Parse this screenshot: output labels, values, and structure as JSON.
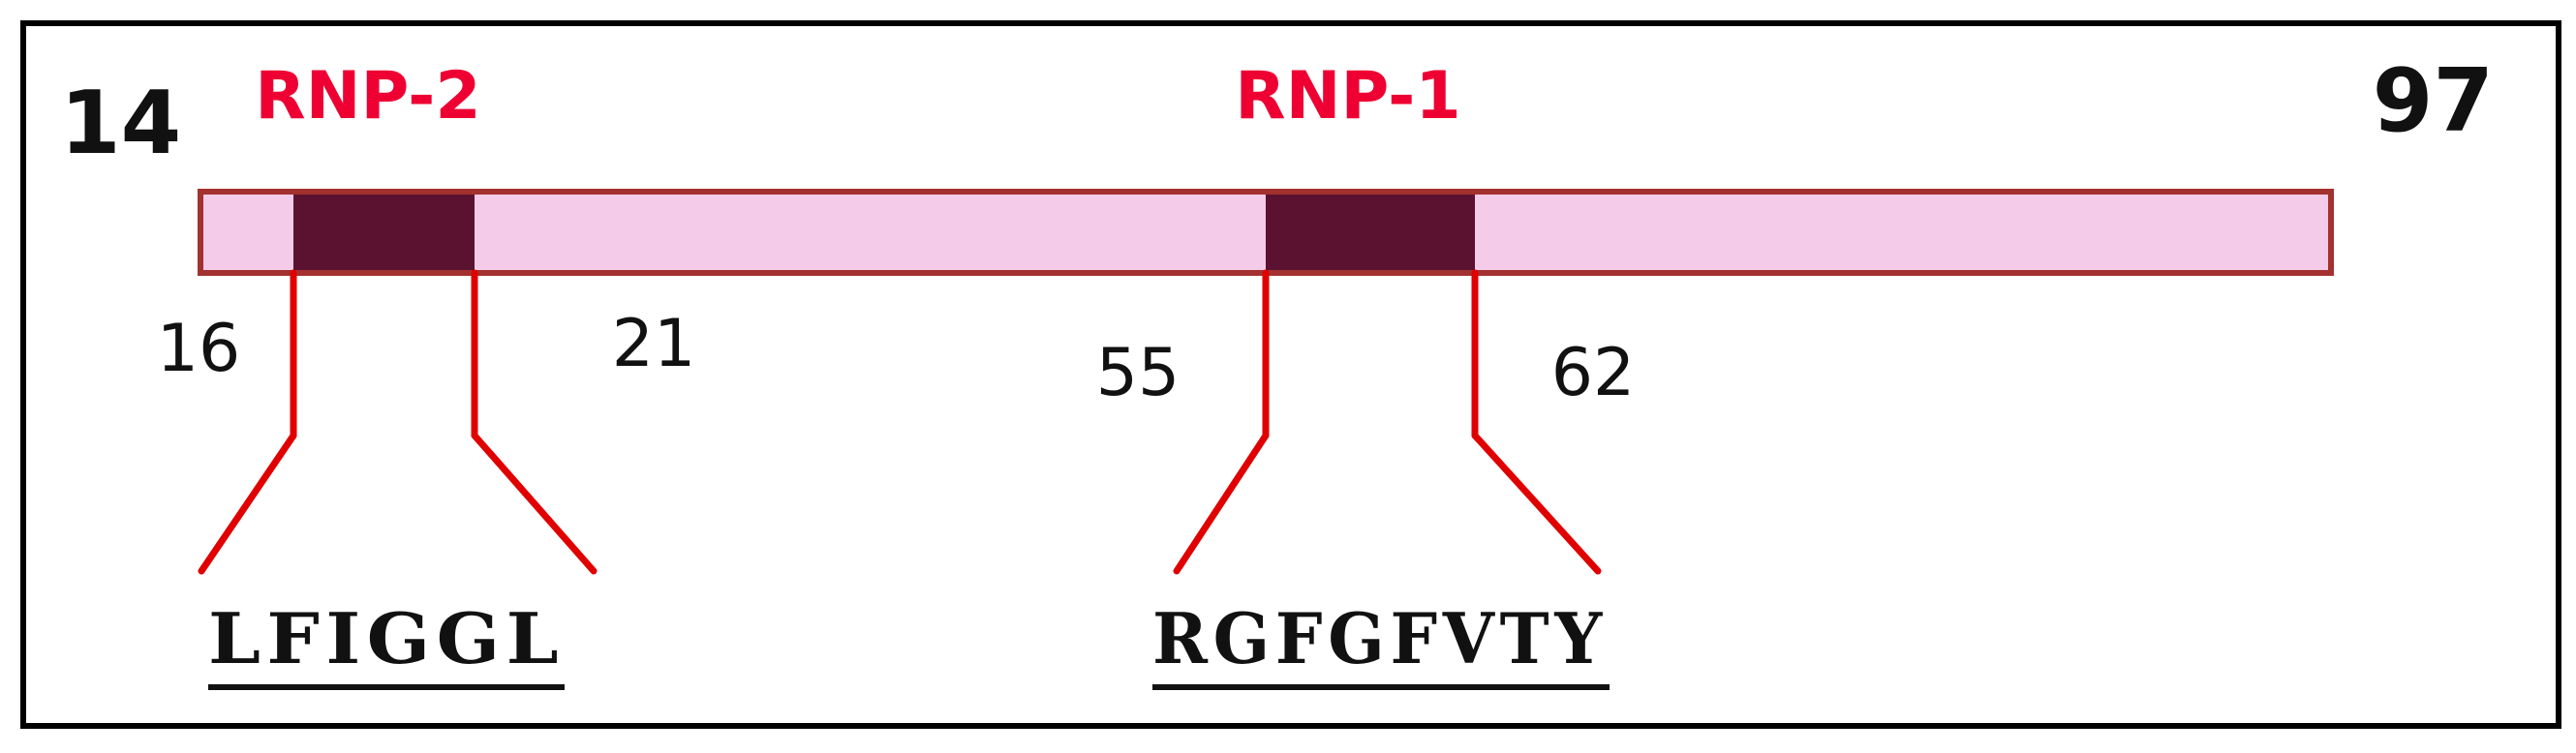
{
  "protein": {
    "start_label": "14",
    "end_label": "97"
  },
  "motifs": [
    {
      "name": "RNP-2",
      "start_label": "16",
      "end_label": "21",
      "sequence": "LFIGGL"
    },
    {
      "name": "RNP-1",
      "start_label": "55",
      "end_label": "62",
      "sequence": "RGFGFVTY"
    }
  ],
  "colors": {
    "bar_fill": "#f4cbe9",
    "bar_border": "#a3312f",
    "motif_fill": "#5a1230",
    "connector": "#e00000",
    "motif_label": "#ee0033",
    "text": "#111111",
    "frame": "#000000"
  }
}
